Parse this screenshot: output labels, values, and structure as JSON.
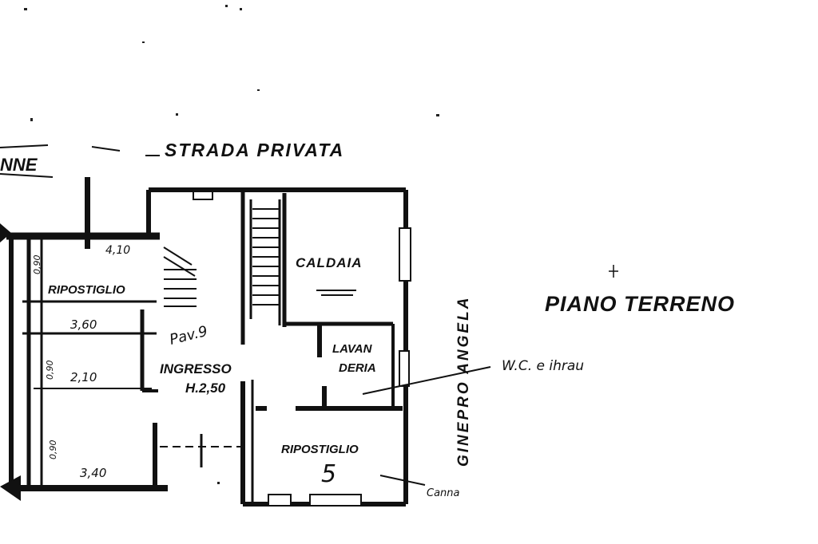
{
  "plan": {
    "street_top": "STRADA PRIVATA",
    "street_side": "GINEPRO ANGELA",
    "left_fragment": "NNE",
    "title": "PIANO TERRENO",
    "rooms": {
      "caldaia": "CALDAIA",
      "lavanderia_1": "LAVAN",
      "lavanderia_2": "DERIA",
      "ingresso": "INGRESSO",
      "ingresso_height": "H.2,50",
      "ripostiglio_right": "RIPOSTIGLIO",
      "ripostiglio_left": "RIPOSTIGLIO",
      "ripostiglio_number": "5"
    },
    "dimensions": {
      "d1": "4,10",
      "d2": "3,60",
      "d3": "2,10",
      "d4": "3,40",
      "v1": "0,90",
      "v2": "0,90",
      "v3": "0,90"
    },
    "annotations": {
      "lavanderia_note": "W.C. e ihrau",
      "ripostiglio_note": "Canna",
      "ingresso_note": "Pav.9"
    }
  }
}
